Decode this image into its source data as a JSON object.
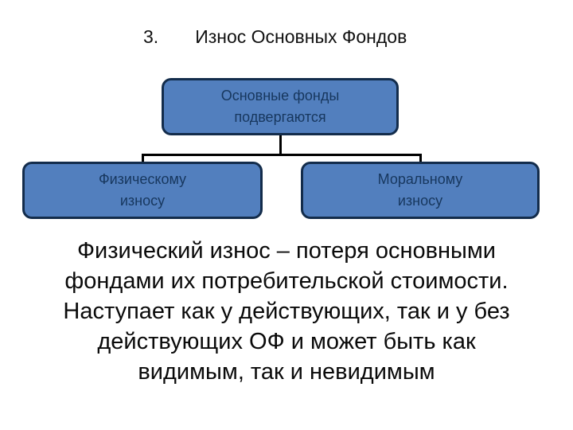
{
  "slide": {
    "title": {
      "number": "3.",
      "text": "Износ Основных Фондов"
    },
    "diagram": {
      "root_box": {
        "label": "Основные фонды подвергаются",
        "lines": [
          "Основные фонды",
          "подвергаются"
        ]
      },
      "left_box": {
        "label": "Физическому износу",
        "lines": [
          "Физическому",
          "износу"
        ]
      },
      "right_box": {
        "label": "Моральному износу",
        "lines": [
          "Моральному",
          "износу"
        ]
      }
    },
    "paragraph": {
      "full_text": "Физический износ – потеря основными фондами их потребительской стоимости. Наступает как у действующих, так и у без действующих ОФ и может быть как видимым, так и невидимым",
      "lines": [
        "Физический износ – потеря основными",
        "фондами их потребительской стоимости.",
        "Наступает как у действующих, так и у без",
        "действующих ОФ и может быть как",
        "видимым, так и невидимым"
      ]
    },
    "colors": {
      "box_fill": "#527fbe",
      "box_border": "#132c4b",
      "box_text": "#17375e",
      "connector": "#000000",
      "body_text": "#0a0a0a",
      "background": "#ffffff"
    }
  }
}
